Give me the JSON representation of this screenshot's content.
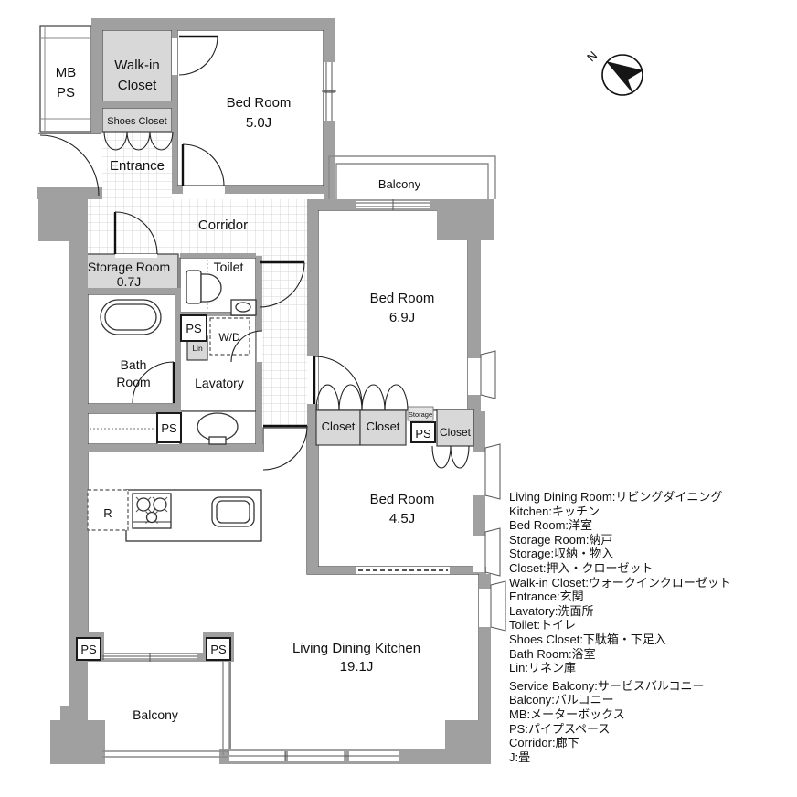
{
  "colors": {
    "wall": "#a0a0a0",
    "shaded_room": "#d8d8d8",
    "tile_line": "#d6d6d6",
    "outline": "#333333",
    "text": "#111111"
  },
  "compass": {
    "north": "N"
  },
  "rooms": {
    "mb": "MB",
    "ps": "PS",
    "walk_in_closet_1": "Walk-in",
    "walk_in_closet_2": "Closet",
    "shoes_closet": "Shoes Closet",
    "entrance": "Entrance",
    "bedroom1_1": "Bed Room",
    "bedroom1_2": "5.0J",
    "corridor": "Corridor",
    "balcony_top": "Balcony",
    "bedroom2_1": "Bed Room",
    "bedroom2_2": "6.9J",
    "storage_room_1": "Storage Room",
    "storage_room_2": "0.7J",
    "toilet": "Toilet",
    "bath_1": "Bath",
    "bath_2": "Room",
    "lin": "Lin",
    "wd": "W/D",
    "lavatory": "Lavatory",
    "closet": "Closet",
    "storage_small": "Storage",
    "bedroom3_1": "Bed Room",
    "bedroom3_2": "4.5J",
    "fridge": "R",
    "ldk_1": "Living Dining Kitchen",
    "ldk_2": "19.1J",
    "balcony_bottom": "Balcony"
  },
  "legend": [
    "Living Dining Room:リビングダイニング",
    "Kitchen:キッチン",
    "Bed Room:洋室",
    "Storage Room:納戸",
    "Storage:収納・物入",
    "Closet:押入・クローゼット",
    "Walk-in Closet:ウォークインクローゼット",
    "Entrance:玄関",
    "Lavatory:洗面所",
    "Toilet:トイレ",
    "Shoes Closet:下駄箱・下足入",
    "Bath Room:浴室",
    "Lin:リネン庫",
    "Service Balcony:サービスバルコニー",
    "Balcony:バルコニー",
    "MB:メーターボックス",
    "PS:パイプスペース",
    "Corridor:廊下",
    "J:畳"
  ]
}
